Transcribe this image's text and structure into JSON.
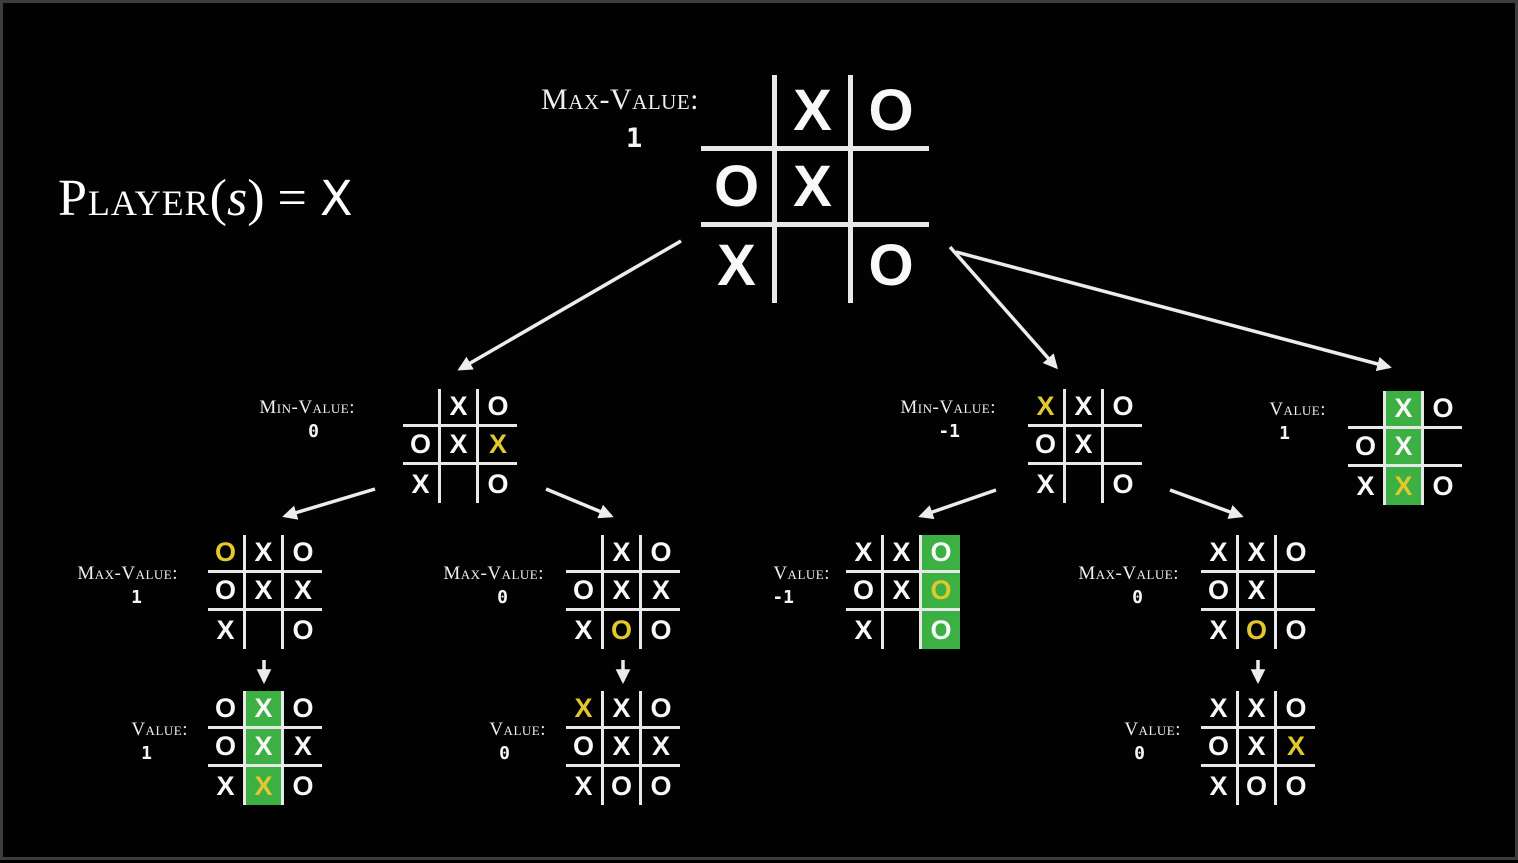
{
  "colors": {
    "background": "#000000",
    "frame": "#3d3d3d",
    "grid_line": "#e8e8e8",
    "mark_white": "#f8f8f8",
    "mark_yellow": "#e3c72f",
    "highlight_green": "#3cb043"
  },
  "player": {
    "func": "Player",
    "open": "(",
    "arg": "s",
    "close": ") = ",
    "result": "X"
  },
  "nodes": {
    "root": {
      "label": "Max-Value:",
      "value": "1",
      "board": [
        [
          "",
          "X",
          "O"
        ],
        [
          "O",
          "X",
          ""
        ],
        [
          "X",
          "",
          "O"
        ]
      ],
      "yellow": [],
      "green": []
    },
    "c1": {
      "label": "Min-Value:",
      "value": "0",
      "board": [
        [
          "",
          "X",
          "O"
        ],
        [
          "O",
          "X",
          "X"
        ],
        [
          "X",
          "",
          "O"
        ]
      ],
      "yellow": [
        [
          1,
          2
        ]
      ],
      "green": []
    },
    "c2": {
      "label": "Min-Value:",
      "value": "-1",
      "board": [
        [
          "X",
          "X",
          "O"
        ],
        [
          "O",
          "X",
          ""
        ],
        [
          "X",
          "",
          "O"
        ]
      ],
      "yellow": [
        [
          0,
          0
        ]
      ],
      "green": []
    },
    "c3": {
      "label": "Value:",
      "value": "1",
      "board": [
        [
          "",
          "X",
          "O"
        ],
        [
          "O",
          "X",
          ""
        ],
        [
          "X",
          "X",
          "O"
        ]
      ],
      "yellow": [
        [
          2,
          1
        ]
      ],
      "green": [
        [
          0,
          1
        ],
        [
          1,
          1
        ],
        [
          2,
          1
        ]
      ]
    },
    "g1a": {
      "label": "Max-Value:",
      "value": "1",
      "board": [
        [
          "O",
          "X",
          "O"
        ],
        [
          "O",
          "X",
          "X"
        ],
        [
          "X",
          "",
          "O"
        ]
      ],
      "yellow": [
        [
          0,
          0
        ]
      ],
      "green": []
    },
    "g1b": {
      "label": "Max-Value:",
      "value": "0",
      "board": [
        [
          "",
          "X",
          "O"
        ],
        [
          "O",
          "X",
          "X"
        ],
        [
          "X",
          "O",
          "O"
        ]
      ],
      "yellow": [
        [
          2,
          1
        ]
      ],
      "green": []
    },
    "g2a": {
      "label": "Value:",
      "value": "-1",
      "board": [
        [
          "X",
          "X",
          "O"
        ],
        [
          "O",
          "X",
          "O"
        ],
        [
          "X",
          "",
          "O"
        ]
      ],
      "yellow": [
        [
          1,
          2
        ]
      ],
      "green": [
        [
          0,
          2
        ],
        [
          1,
          2
        ],
        [
          2,
          2
        ]
      ]
    },
    "g2b": {
      "label": "Max-Value:",
      "value": "0",
      "board": [
        [
          "X",
          "X",
          "O"
        ],
        [
          "O",
          "X",
          ""
        ],
        [
          "X",
          "O",
          "O"
        ]
      ],
      "yellow": [
        [
          2,
          1
        ]
      ],
      "green": []
    },
    "h1a": {
      "label": "Value:",
      "value": "1",
      "board": [
        [
          "O",
          "X",
          "O"
        ],
        [
          "O",
          "X",
          "X"
        ],
        [
          "X",
          "X",
          "O"
        ]
      ],
      "yellow": [
        [
          2,
          1
        ]
      ],
      "green": [
        [
          0,
          1
        ],
        [
          1,
          1
        ],
        [
          2,
          1
        ]
      ]
    },
    "h1b": {
      "label": "Value:",
      "value": "0",
      "board": [
        [
          "X",
          "X",
          "O"
        ],
        [
          "O",
          "X",
          "X"
        ],
        [
          "X",
          "O",
          "O"
        ]
      ],
      "yellow": [
        [
          0,
          0
        ]
      ],
      "green": []
    },
    "h2b": {
      "label": "Value:",
      "value": "0",
      "board": [
        [
          "X",
          "X",
          "O"
        ],
        [
          "O",
          "X",
          "X"
        ],
        [
          "X",
          "O",
          "O"
        ]
      ],
      "yellow": [
        [
          1,
          2
        ]
      ],
      "green": []
    }
  },
  "edges": [
    {
      "from": "root",
      "to": "c1"
    },
    {
      "from": "root",
      "to": "c2"
    },
    {
      "from": "root",
      "to": "c3"
    },
    {
      "from": "c1",
      "to": "g1a"
    },
    {
      "from": "c1",
      "to": "g1b"
    },
    {
      "from": "c2",
      "to": "g2a"
    },
    {
      "from": "c2",
      "to": "g2b"
    },
    {
      "from": "g1a",
      "to": "h1a"
    },
    {
      "from": "g1b",
      "to": "h1b"
    },
    {
      "from": "g2b",
      "to": "h2b"
    }
  ]
}
